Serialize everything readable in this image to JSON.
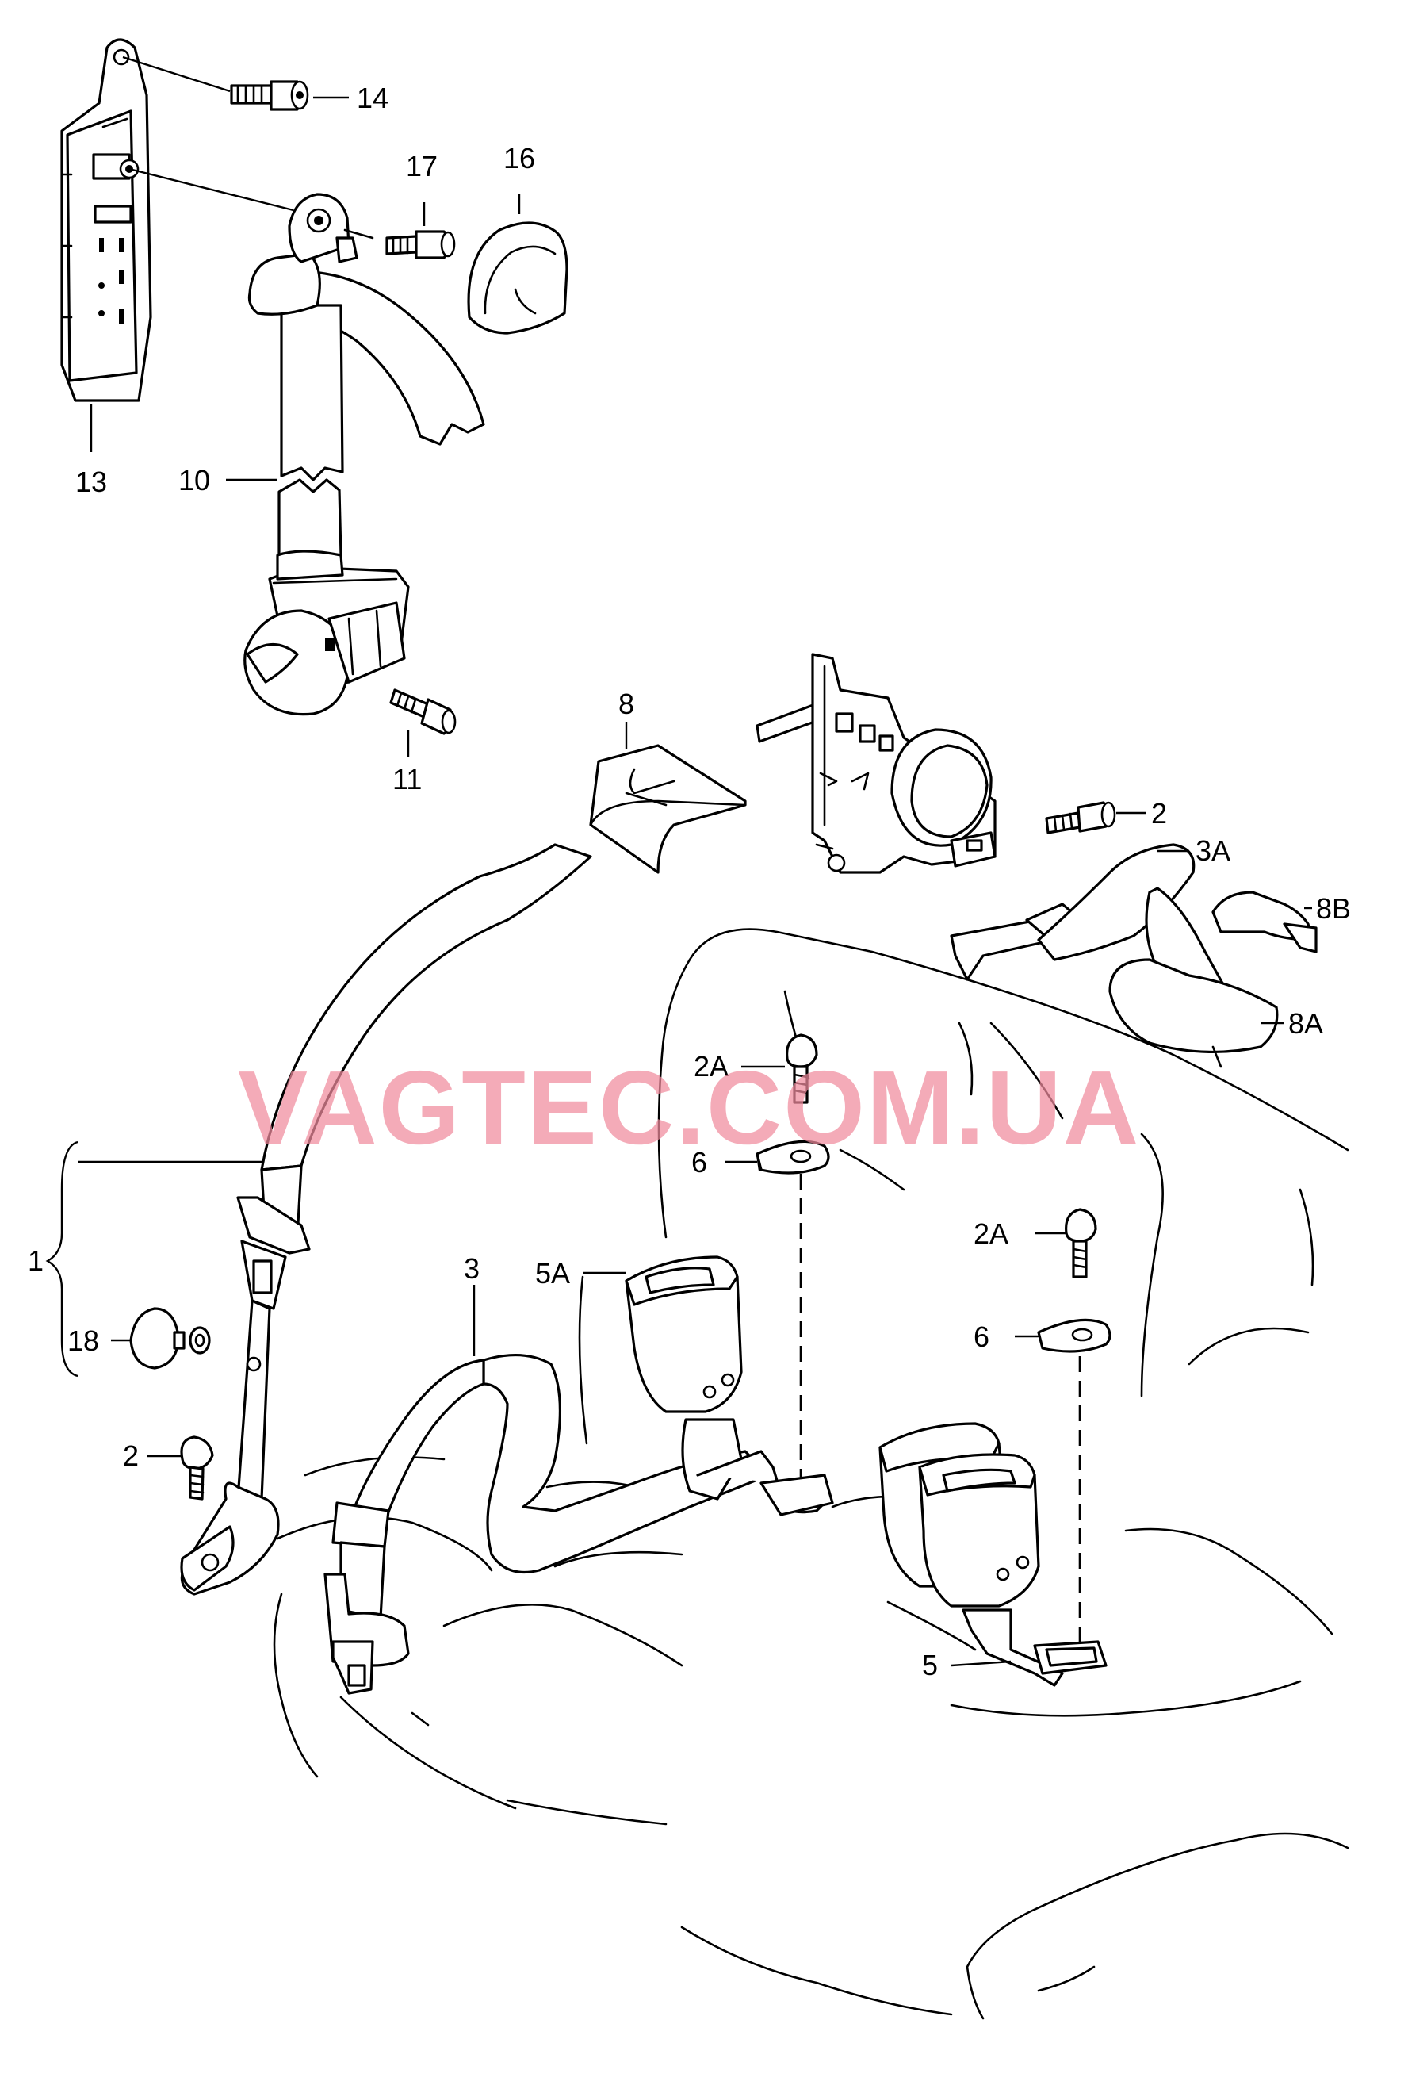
{
  "labels": {
    "l14": "14",
    "l17": "17",
    "l16": "16",
    "l13": "13",
    "l10": "10",
    "l11": "11",
    "l8": "8",
    "l2_top": "2",
    "l3A": "3A",
    "l8B": "8B",
    "l8A": "8A",
    "l2A_a": "2A",
    "l6_a": "6",
    "l1": "1",
    "l18": "18",
    "l3": "3",
    "l5A": "5A",
    "l2A_b": "2A",
    "l6_b": "6",
    "l2_bot": "2",
    "l5": "5"
  },
  "watermark": "VAGTEC.COM.UA",
  "colors": {
    "watermark": "#f08a9c",
    "line": "#000000",
    "background": "#ffffff"
  }
}
